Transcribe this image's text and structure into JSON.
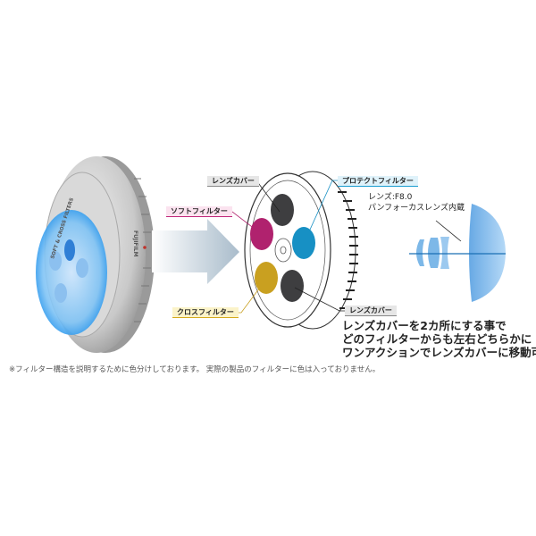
{
  "labels": {
    "lens_cover_top": "レンズカバー",
    "protect_filter": "プロテクトフィルター",
    "soft_filter": "ソフトフィルター",
    "cross_filter": "クロスフィルター",
    "lens_cover_bottom": "レンズカバー"
  },
  "lens_info": {
    "line1": "レンズ:F8.0",
    "line2": "パンフォーカスレンズ内蔵"
  },
  "note": {
    "line1": "レンズカバーを2カ所にする事で",
    "line2": "どのフィルターからも左右どちらかに",
    "line3": "ワンアクションでレンズカバーに移動可能"
  },
  "product_markings": [
    "FUJIFILM",
    "SOFT & CROSS FILTERS"
  ],
  "footnote": "※フィルター構造を説明するために色分けしております。 実際の製品のフィルターに色は入っておりません。",
  "colors": {
    "soft": "#b0226e",
    "protect": "#1790c4",
    "cross": "#c9a020",
    "cover": "#3e3e40",
    "lens_blue": "#7db8e8"
  }
}
